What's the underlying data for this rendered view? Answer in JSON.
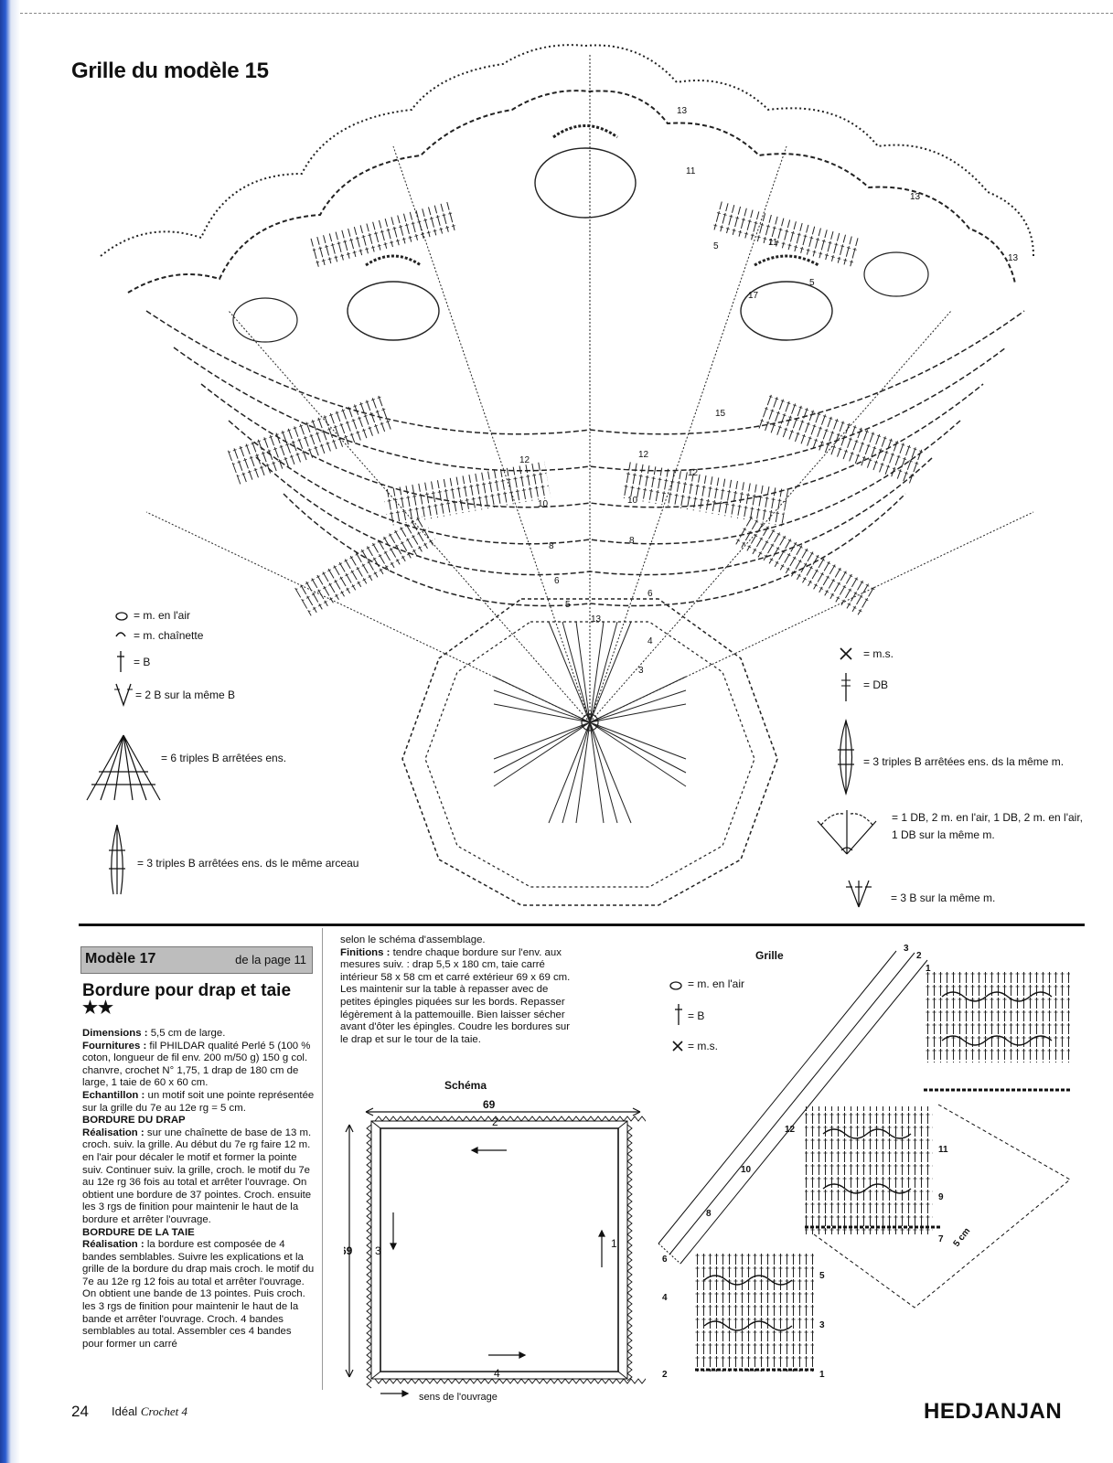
{
  "page": {
    "title": "Grille du modèle 15",
    "page_number": "24",
    "magazine": "Idéal",
    "magazine_issue": "Crochet 4",
    "watermark": "HEDJANJAN"
  },
  "diagram15": {
    "row_numbers": [
      "13",
      "11",
      "13",
      "11",
      "13",
      "5",
      "17",
      "5",
      "15",
      "12",
      "12",
      "12",
      "10",
      "10",
      "8",
      "8",
      "6",
      "6",
      "4",
      "5",
      "13",
      "3"
    ]
  },
  "legend_left": [
    {
      "icon": "chain-stitch-icon",
      "text": "= m. en l'air"
    },
    {
      "icon": "slip-stitch-icon",
      "text": "= m. chaînette"
    },
    {
      "icon": "double-crochet-icon",
      "text": "= B"
    },
    {
      "icon": "two-dc-same-icon",
      "text": "= 2 B sur la même B"
    },
    {
      "icon": "six-triple-cluster-icon",
      "text": "= 6 triples B arrêtées ens."
    },
    {
      "icon": "three-triple-arc-icon",
      "text": "= 3 triples B arrêtées ens. ds le même arceau"
    }
  ],
  "legend_right": [
    {
      "icon": "single-crochet-icon",
      "text": "= m.s."
    },
    {
      "icon": "double-treble-icon",
      "text": "= DB"
    },
    {
      "icon": "three-triple-same-icon",
      "text": "= 3 triples B arrêtées ens. ds la même m."
    },
    {
      "icon": "db-fan-icon",
      "text": "= 1 DB, 2 m. en l'air, 1 DB, 2 m. en l'air, 1 DB sur la même m."
    },
    {
      "icon": "three-dc-same-icon",
      "text": "= 3 B sur la même m."
    }
  ],
  "modele17": {
    "label": "Modèle 17",
    "from_page": "de la page 11",
    "title": "Bordure pour drap et taie",
    "stars": "★★",
    "col1": [
      {
        "k": "Dimensions :",
        "v": " 5,5 cm de large."
      },
      {
        "k": "Fournitures :",
        "v": " fil PHILDAR qualité Perlé 5 (100 % coton, longueur de fil env. 200 m/50 g) 150 g col. chanvre, crochet N° 1,75, 1 drap de 180 cm de large, 1 taie de 60 x 60 cm."
      },
      {
        "k": "Echantillon :",
        "v": " un motif soit une pointe représentée sur la grille du 7e au 12e rg = 5 cm."
      },
      {
        "k": "BORDURE DU DRAP",
        "v": ""
      },
      {
        "k": "Réalisation :",
        "v": " sur une chaînette de base de 13 m. croch. suiv. la grille. Au début du 7e rg faire 12 m. en l'air pour décaler le motif et former la pointe suiv. Continuer suiv. la grille, croch. le motif du 7e au 12e rg 36 fois au total et arrêter l'ouvrage. On obtient une bordure de 37 pointes. Croch. ensuite les 3 rgs de finition pour maintenir le haut de la bordure et arrêter l'ouvrage."
      },
      {
        "k": "BORDURE DE LA TAIE",
        "v": ""
      },
      {
        "k": "Réalisation :",
        "v": " la bordure est composée de 4 bandes semblables. Suivre les explications et la grille de la bordure du drap mais croch. le motif du 7e au 12e rg 12 fois au total et arrêter l'ouvrage. On obtient une bande de 13 pointes. Puis croch. les 3 rgs de finition pour maintenir le haut de la bande et arrêter l'ouvrage. Croch. 4 bandes semblables au total. Assembler ces 4 bandes pour former un carré"
      }
    ],
    "col2": [
      {
        "k": "",
        "v": "selon le schéma d'assemblage."
      },
      {
        "k": "Finitions :",
        "v": " tendre chaque bordure sur l'env. aux mesures suiv. : drap 5,5 x 180 cm, taie carré intérieur 58 x 58 cm et carré extérieur 69 x 69 cm. Les maintenir sur la table à repasser avec de petites épingles piquées sur les bords. Repasser légèrement à la pattemouille. Bien laisser sécher avant d'ôter les épingles. Coudre les bordures sur le drap et sur le tour de la taie."
      }
    ]
  },
  "schema": {
    "title": "Schéma",
    "dim_top": "69",
    "dim_left": "69",
    "side1": "1",
    "side2": "2",
    "side3": "3",
    "side4": "4",
    "direction": "sens de l'ouvrage"
  },
  "grille": {
    "title": "Grille",
    "legend": [
      {
        "icon": "chain-stitch-icon",
        "text": "= m. en l'air"
      },
      {
        "icon": "double-crochet-icon",
        "text": "= B"
      },
      {
        "icon": "single-crochet-icon",
        "text": "= m.s."
      }
    ],
    "row_labels": [
      "1",
      "2",
      "3",
      "4",
      "5",
      "6",
      "7",
      "8",
      "9",
      "10",
      "11",
      "12"
    ],
    "top_rows": [
      "1",
      "2",
      "3"
    ],
    "scale": "5 cm"
  }
}
